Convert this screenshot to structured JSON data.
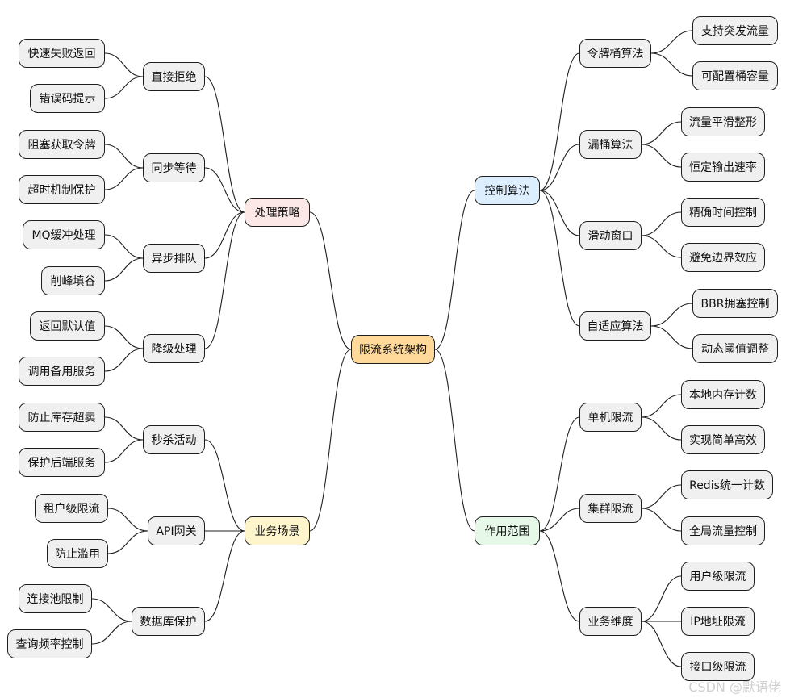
{
  "root": {
    "label": "限流系统架构",
    "color": "#ffd99a"
  },
  "branches": {
    "handling": {
      "label": "处理策略",
      "color": "#fde8e8",
      "children": [
        {
          "label": "直接拒绝",
          "leaves": [
            "快速失败返回",
            "错误码提示"
          ]
        },
        {
          "label": "同步等待",
          "leaves": [
            "阻塞获取令牌",
            "超时机制保护"
          ]
        },
        {
          "label": "异步排队",
          "leaves": [
            "MQ缓冲处理",
            "削峰填谷"
          ]
        },
        {
          "label": "降级处理",
          "leaves": [
            "返回默认值",
            "调用备用服务"
          ]
        }
      ]
    },
    "algorithms": {
      "label": "控制算法",
      "color": "#ddeeff",
      "children": [
        {
          "label": "令牌桶算法",
          "leaves": [
            "支持突发流量",
            "可配置桶容量"
          ]
        },
        {
          "label": "漏桶算法",
          "leaves": [
            "流量平滑整形",
            "恒定输出速率"
          ]
        },
        {
          "label": "滑动窗口",
          "leaves": [
            "精确时间控制",
            "避免边界效应"
          ]
        },
        {
          "label": "自适应算法",
          "leaves": [
            "BBR拥塞控制",
            "动态阈值调整"
          ]
        }
      ]
    },
    "scenarios": {
      "label": "业务场景",
      "color": "#fff5cc",
      "children": [
        {
          "label": "秒杀活动",
          "leaves": [
            "防止库存超卖",
            "保护后端服务"
          ]
        },
        {
          "label": "API网关",
          "leaves": [
            "租户级限流",
            "防止滥用"
          ]
        },
        {
          "label": "数据库保护",
          "leaves": [
            "连接池限制",
            "查询频率控制"
          ]
        }
      ]
    },
    "scope": {
      "label": "作用范围",
      "color": "#e6f8e8",
      "children": [
        {
          "label": "单机限流",
          "leaves": [
            "本地内存计数",
            "实现简单高效"
          ]
        },
        {
          "label": "集群限流",
          "leaves": [
            "Redis统一计数",
            "全局流量控制"
          ]
        },
        {
          "label": "业务维度",
          "leaves": [
            "用户级限流",
            "IP地址限流",
            "接口级限流"
          ]
        }
      ]
    }
  },
  "watermark": "CSDN @默语佬"
}
